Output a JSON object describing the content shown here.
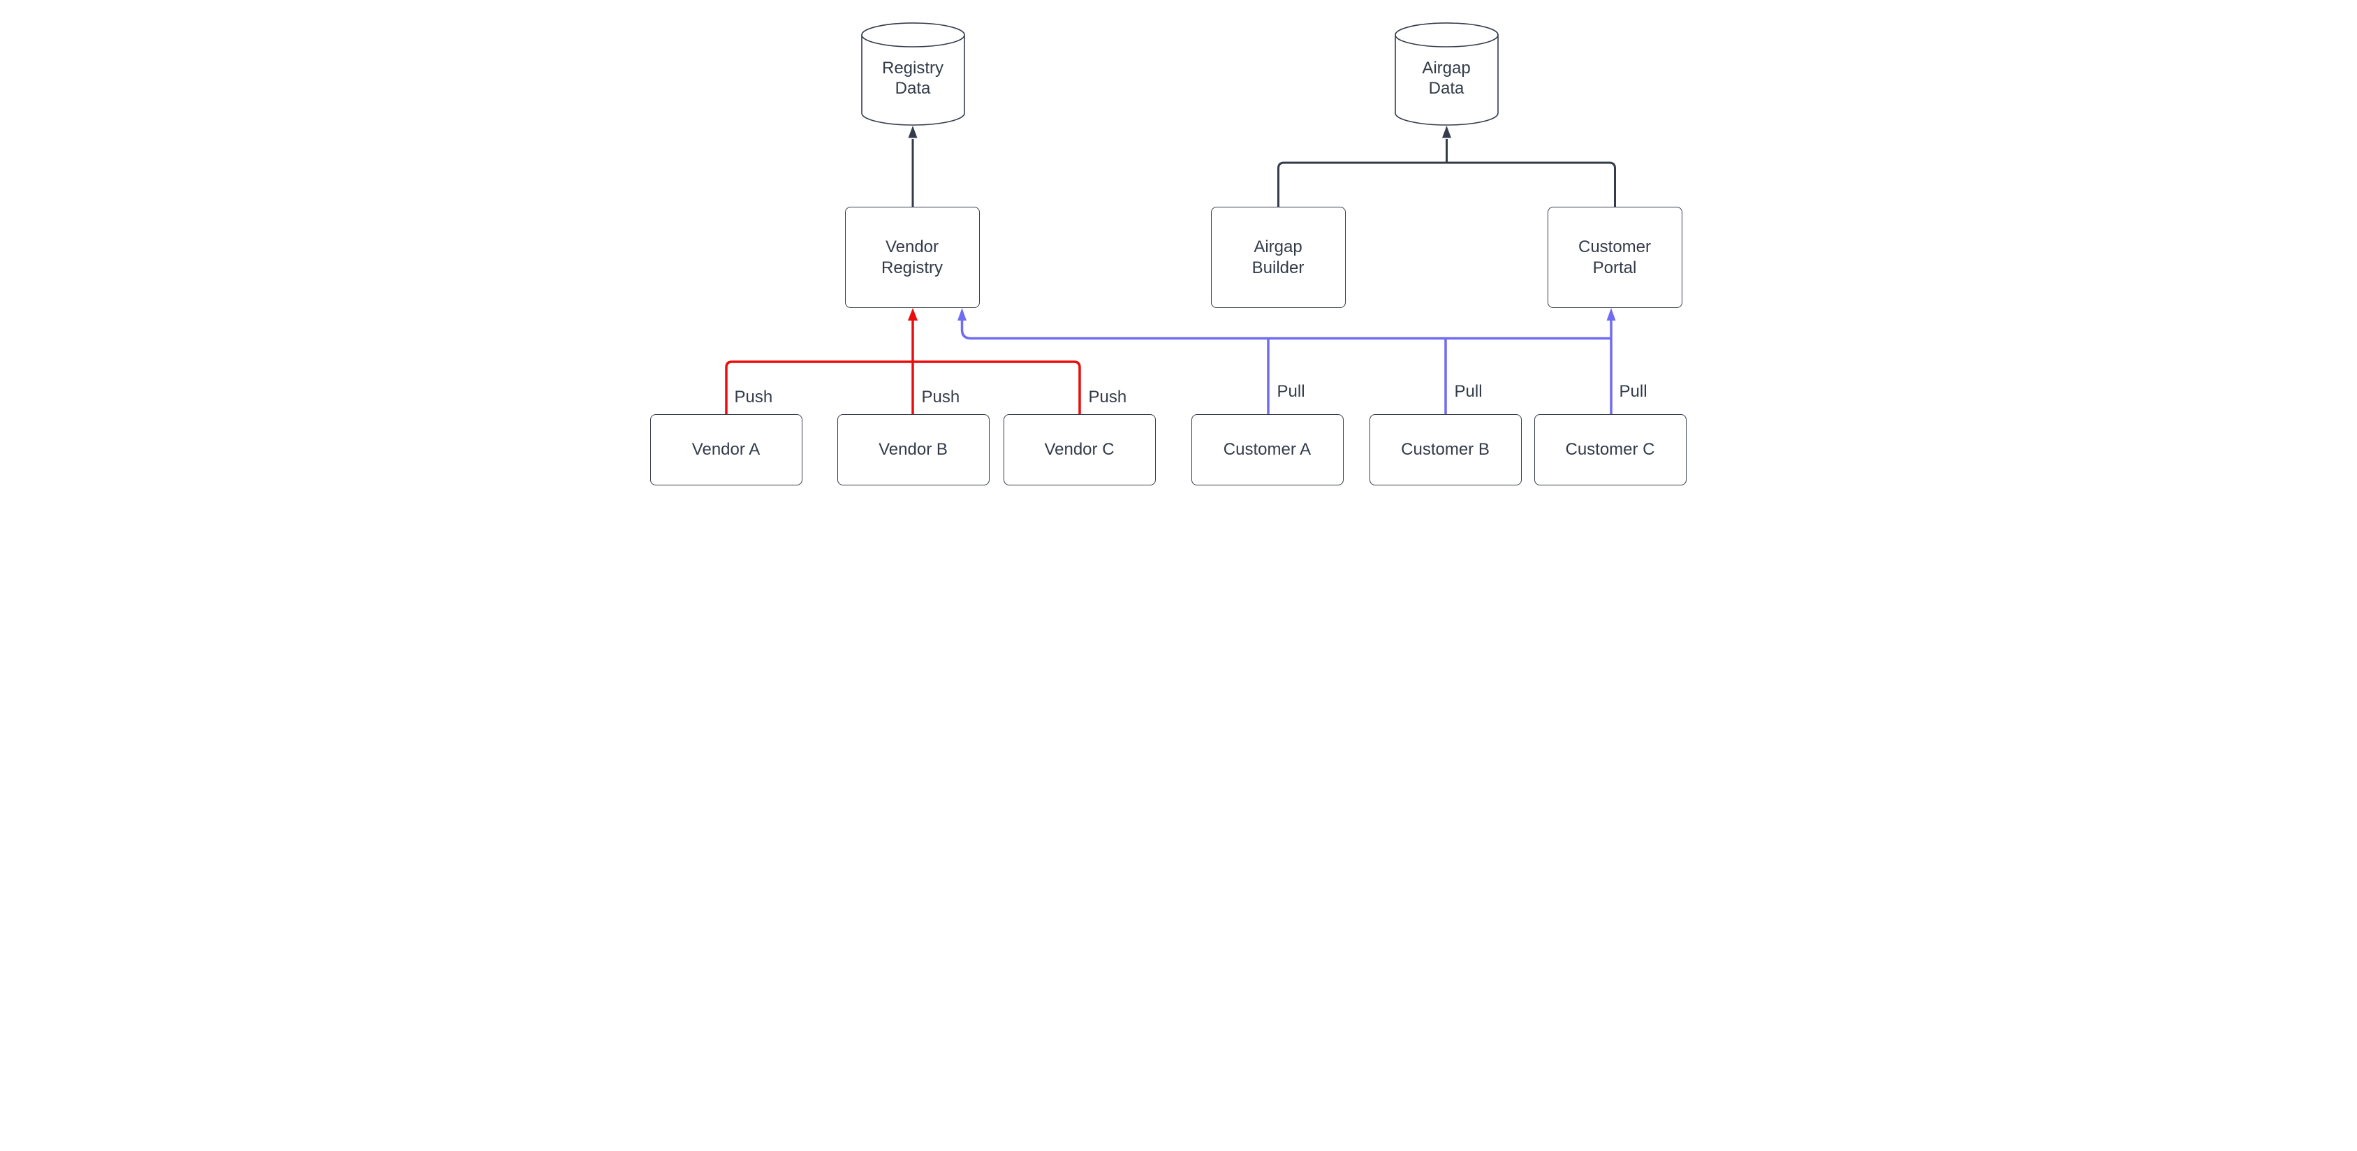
{
  "diagram": {
    "type": "flowchart",
    "background": "#ffffff",
    "colors": {
      "push_edge": "#ea0d0d",
      "pull_edge": "#6f6cf2",
      "flow_edge": "#343c4b",
      "node_border": "#343c4b",
      "text": "#333b49"
    },
    "nodes": {
      "registry_data": {
        "label": "Registry Data",
        "shape": "cylinder"
      },
      "airgap_data": {
        "label": "Airgap Data",
        "shape": "cylinder"
      },
      "vendor_registry": {
        "label": "Vendor Registry",
        "shape": "rect"
      },
      "airgap_builder": {
        "label": "Airgap Builder",
        "shape": "rect"
      },
      "customer_portal": {
        "label": "Customer Portal",
        "shape": "rect"
      },
      "vendor_a": {
        "label": "Vendor A",
        "shape": "rect"
      },
      "vendor_b": {
        "label": "Vendor B",
        "shape": "rect"
      },
      "vendor_c": {
        "label": "Vendor C",
        "shape": "rect"
      },
      "customer_a": {
        "label": "Customer A",
        "shape": "rect"
      },
      "customer_b": {
        "label": "Customer B",
        "shape": "rect"
      },
      "customer_c": {
        "label": "Customer C",
        "shape": "rect"
      }
    },
    "edges": [
      {
        "from": "Vendor A",
        "to": "Vendor Registry",
        "label": "Push",
        "color": "#ea0d0d"
      },
      {
        "from": "Vendor B",
        "to": "Vendor Registry",
        "label": "Push",
        "color": "#ea0d0d"
      },
      {
        "from": "Vendor C",
        "to": "Vendor Registry",
        "label": "Push",
        "color": "#ea0d0d"
      },
      {
        "from": "Customer A",
        "to": "Vendor Registry",
        "label": "Pull",
        "color": "#6f6cf2"
      },
      {
        "from": "Customer B",
        "to": "Vendor Registry",
        "label": "Pull",
        "color": "#6f6cf2"
      },
      {
        "from": "Customer C",
        "to": "Customer Portal",
        "label": "Pull",
        "color": "#6f6cf2"
      },
      {
        "from": "Vendor Registry",
        "to": "Registry Data",
        "label": "",
        "color": "#343c4b"
      },
      {
        "from": "Airgap Builder",
        "to": "Airgap Data",
        "label": "",
        "color": "#343c4b"
      },
      {
        "from": "Customer Portal",
        "to": "Airgap Data",
        "label": "",
        "color": "#343c4b"
      }
    ]
  }
}
